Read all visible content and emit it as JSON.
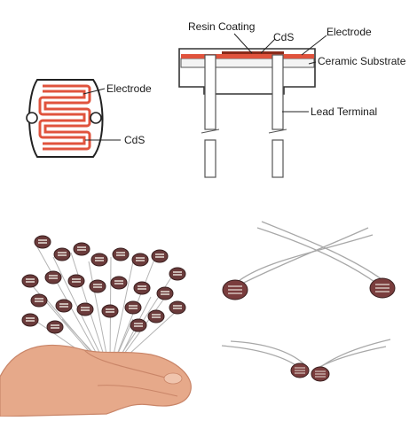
{
  "photoresistor_top_view": {
    "labels": {
      "electrode": "Electrode",
      "cds": "CdS"
    }
  },
  "cross_section": {
    "labels": {
      "resin_coating": "Resin Coating",
      "cds": "CdS",
      "electrode": "Electrode",
      "ceramic_substrate": "Ceramic Substrate",
      "lead_terminal": "Lead Terminal"
    }
  },
  "colors": {
    "electrode_red": "#e0533d",
    "component_body": "#6b3b3b",
    "outline": "#2a2a2a",
    "lead_gray": "#9a9a9a"
  }
}
